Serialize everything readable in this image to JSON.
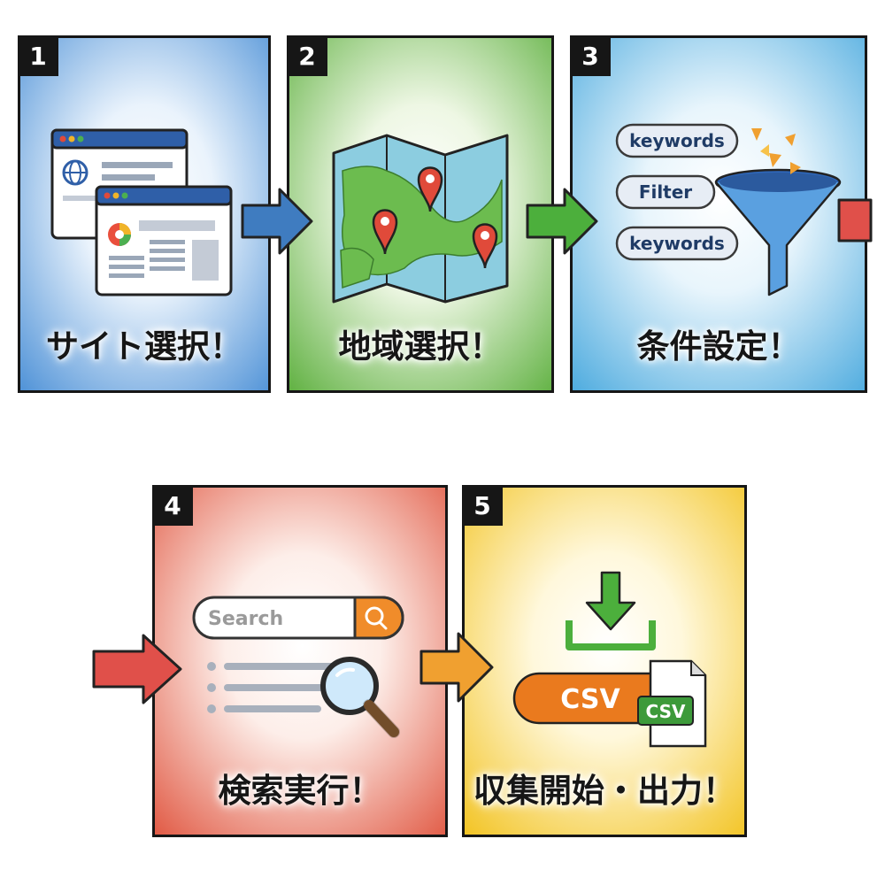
{
  "steps": [
    {
      "number": "1",
      "caption": "サイト選択！",
      "color": "#4a8fd6"
    },
    {
      "number": "2",
      "caption": "地域選択！",
      "color": "#5caf3d"
    },
    {
      "number": "3",
      "caption": "条件設定！",
      "color": "#49a9de"
    },
    {
      "number": "4",
      "caption": "検索実行！",
      "color": "#e0553f"
    },
    {
      "number": "5",
      "caption": "収集開始・出力！",
      "color": "#f2c21d"
    }
  ],
  "filter_tags": [
    "keywords",
    "Filter",
    "keywords"
  ],
  "search": {
    "placeholder": "Search"
  },
  "csv": {
    "bar_label": "CSV",
    "file_label": "CSV"
  },
  "arrow_colors": [
    "#3f7cc0",
    "#4caf3c",
    "#e0504a",
    "#e0504a",
    "#f0a030"
  ]
}
